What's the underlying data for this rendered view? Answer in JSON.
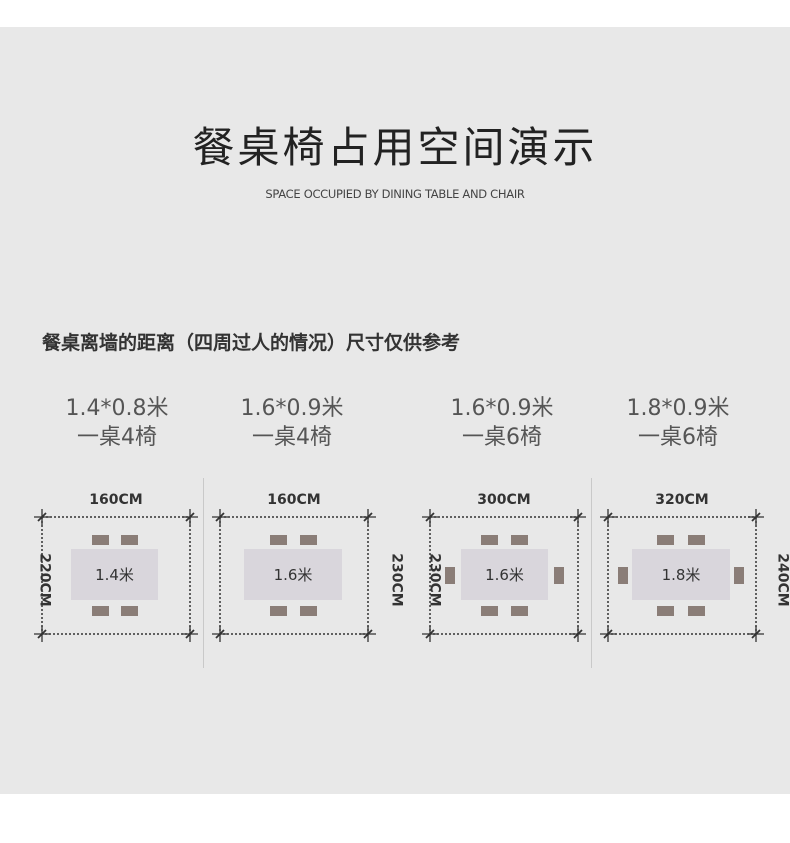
{
  "header": {
    "title": "餐桌椅占用空间演示",
    "subtitle": "SPACE OCCUPIED BY DINING TABLE AND CHAIR"
  },
  "section": {
    "heading": "餐桌离墙的距离（四周过人的情况）尺寸仅供参考"
  },
  "colors": {
    "panel_background": "#e8e8e8",
    "table_fill": "#d9d6dc",
    "chair_fill": "#8a7d77",
    "outline": "#333333"
  },
  "layouts": [
    {
      "size": "1.4*0.8米",
      "seating": "一桌4椅",
      "width_label": "160CM",
      "depth_label": "220CM",
      "table_label": "1.4米",
      "chairs": 4
    },
    {
      "size": "1.6*0.9米",
      "seating": "一桌4椅",
      "width_label": "160CM",
      "depth_label": "230CM",
      "table_label": "1.6米",
      "chairs": 4
    },
    {
      "size": "1.6*0.9米",
      "seating": "一桌6椅",
      "width_label": "300CM",
      "depth_label": "230CM",
      "table_label": "1.6米",
      "chairs": 6
    },
    {
      "size": "1.8*0.9米",
      "seating": "一桌6椅",
      "width_label": "320CM",
      "depth_label": "240CM",
      "table_label": "1.8米",
      "chairs": 6
    }
  ]
}
